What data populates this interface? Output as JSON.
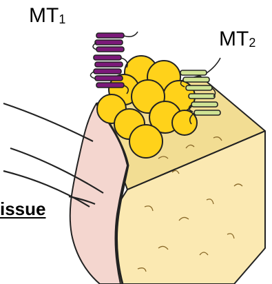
{
  "labels": {
    "mt1_main": "MT",
    "mt1_sub": "1",
    "mt2_main": "MT",
    "mt2_sub": "2",
    "tissue": "issue"
  },
  "colors": {
    "background": "#ffffff",
    "skin": "#f4d6cf",
    "fat_top": "#f2dd93",
    "fat_front": "#fbe9b2",
    "fat_side": "#f7e09a",
    "adipocyte": "#ffd21a",
    "mt1": "#7b1979",
    "mt2": "#cfe394",
    "outline": "#222222"
  }
}
